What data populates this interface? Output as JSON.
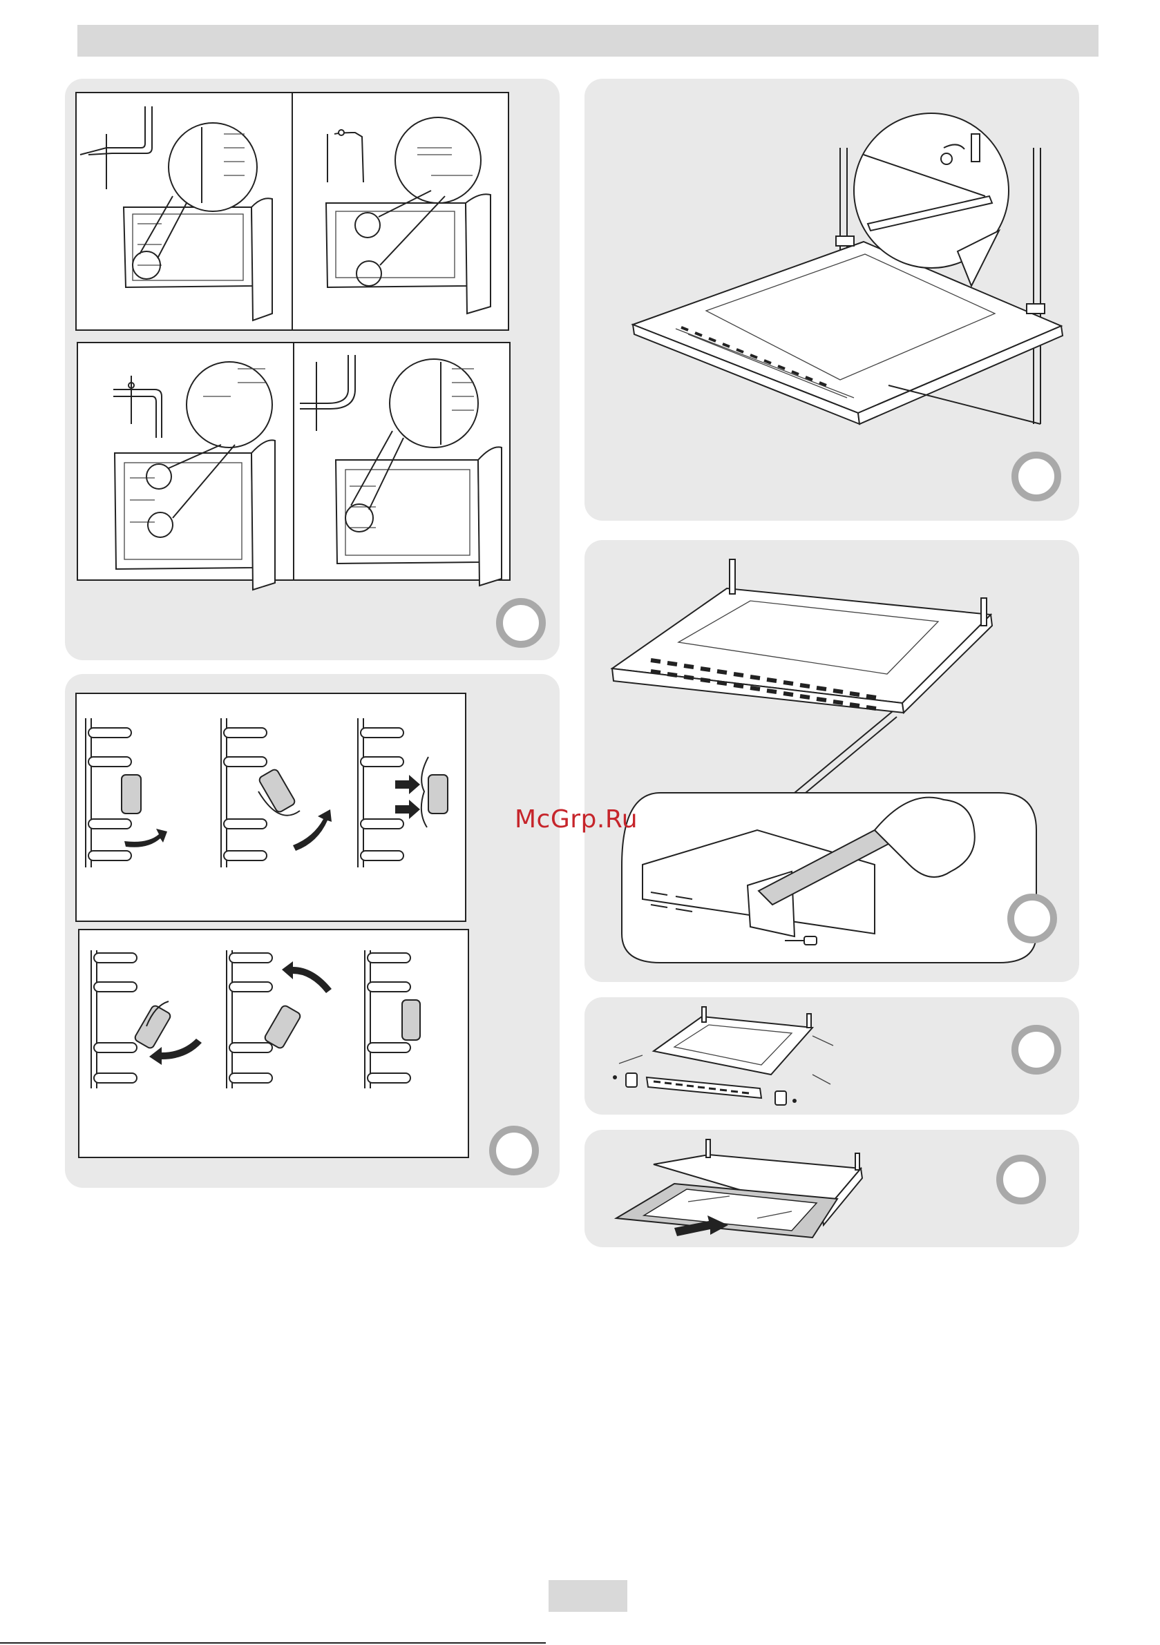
{
  "watermark": {
    "text": "McGrp.Ru",
    "color": "#c6252b"
  },
  "colors": {
    "panel": "#e9e9e9",
    "bar": "#d9d9d9",
    "circle": "#a9a9a9",
    "line": "#222222"
  },
  "figures": [
    {
      "id": "shelf-guides",
      "step_marker": "circle-icon"
    },
    {
      "id": "oven-door-hinges",
      "step_marker": "circle-icon"
    },
    {
      "id": "grill-hooks",
      "step_marker": "circle-icon"
    },
    {
      "id": "door-screws",
      "step_marker": "circle-icon"
    },
    {
      "id": "door-profile",
      "step_marker": "circle-icon"
    },
    {
      "id": "door-glass",
      "step_marker": "circle-icon"
    }
  ]
}
